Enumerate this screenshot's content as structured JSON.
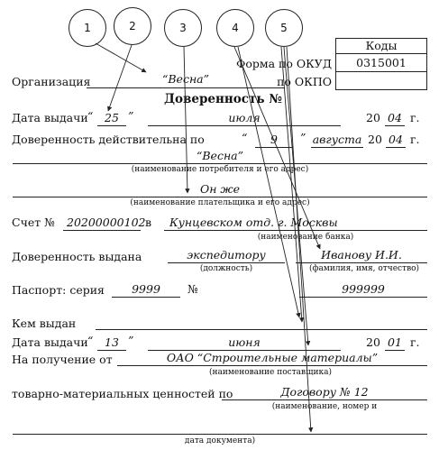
{
  "callouts": [
    "1",
    "2",
    "3",
    "4",
    "5"
  ],
  "codes": {
    "header": "Коды",
    "okud_label": "Форма по ОКУД",
    "okud_value": "0315001",
    "okpo_label": "по ОКПО",
    "okpo_value": ""
  },
  "organization": {
    "label": "Организация",
    "value": "“Весна”"
  },
  "title": "Доверенность №",
  "issue_date": {
    "label": "Дата выдачи",
    "open_quote": "“",
    "day": "25",
    "close_quote": "”",
    "month": "июля",
    "year_prefix": "20",
    "year": "04",
    "year_suffix": "г."
  },
  "valid_until": {
    "label": "Доверенность действительна по",
    "open_quote": "“",
    "day": "9",
    "close_quote": "”",
    "month": "августа",
    "year_prefix": "20",
    "year": "04",
    "year_suffix": "г."
  },
  "consumer": {
    "value": "“Весна”",
    "caption": "(наименование потребителя и его адрес)"
  },
  "payer": {
    "value": "Он же",
    "caption": "(наименование плательщика и его адрес)"
  },
  "account": {
    "label": "Счет №",
    "number": "20200000102",
    "in_label": "в",
    "bank": "Кунцевском отд. г. Москвы",
    "bank_caption": "(наименование банка)"
  },
  "issued_to": {
    "label": "Доверенность выдана",
    "position": "экспедитору",
    "position_caption": "(должность)",
    "name": "Иванову И.И.",
    "name_caption": "(фамилия, имя, отчество)"
  },
  "passport": {
    "label": "Паспорт: серия",
    "series": "9999",
    "number_label": "№",
    "number": "999999"
  },
  "issued_by": {
    "label": "Кем выдан",
    "value": ""
  },
  "passport_date": {
    "label": "Дата выдачи",
    "open_quote": "“",
    "day": "13",
    "close_quote": "”",
    "month": "июня",
    "year_prefix": "20",
    "year": "01",
    "year_suffix": "г."
  },
  "receive_from": {
    "label": "На получение от",
    "value": "ОАО “Строительные материалы”",
    "caption": "(наименование поставщика)"
  },
  "goods": {
    "label": "товарно-материальных ценностей по",
    "value": "Договору № 12",
    "caption": "(наименование, номер и",
    "caption2": "дата документа)"
  }
}
